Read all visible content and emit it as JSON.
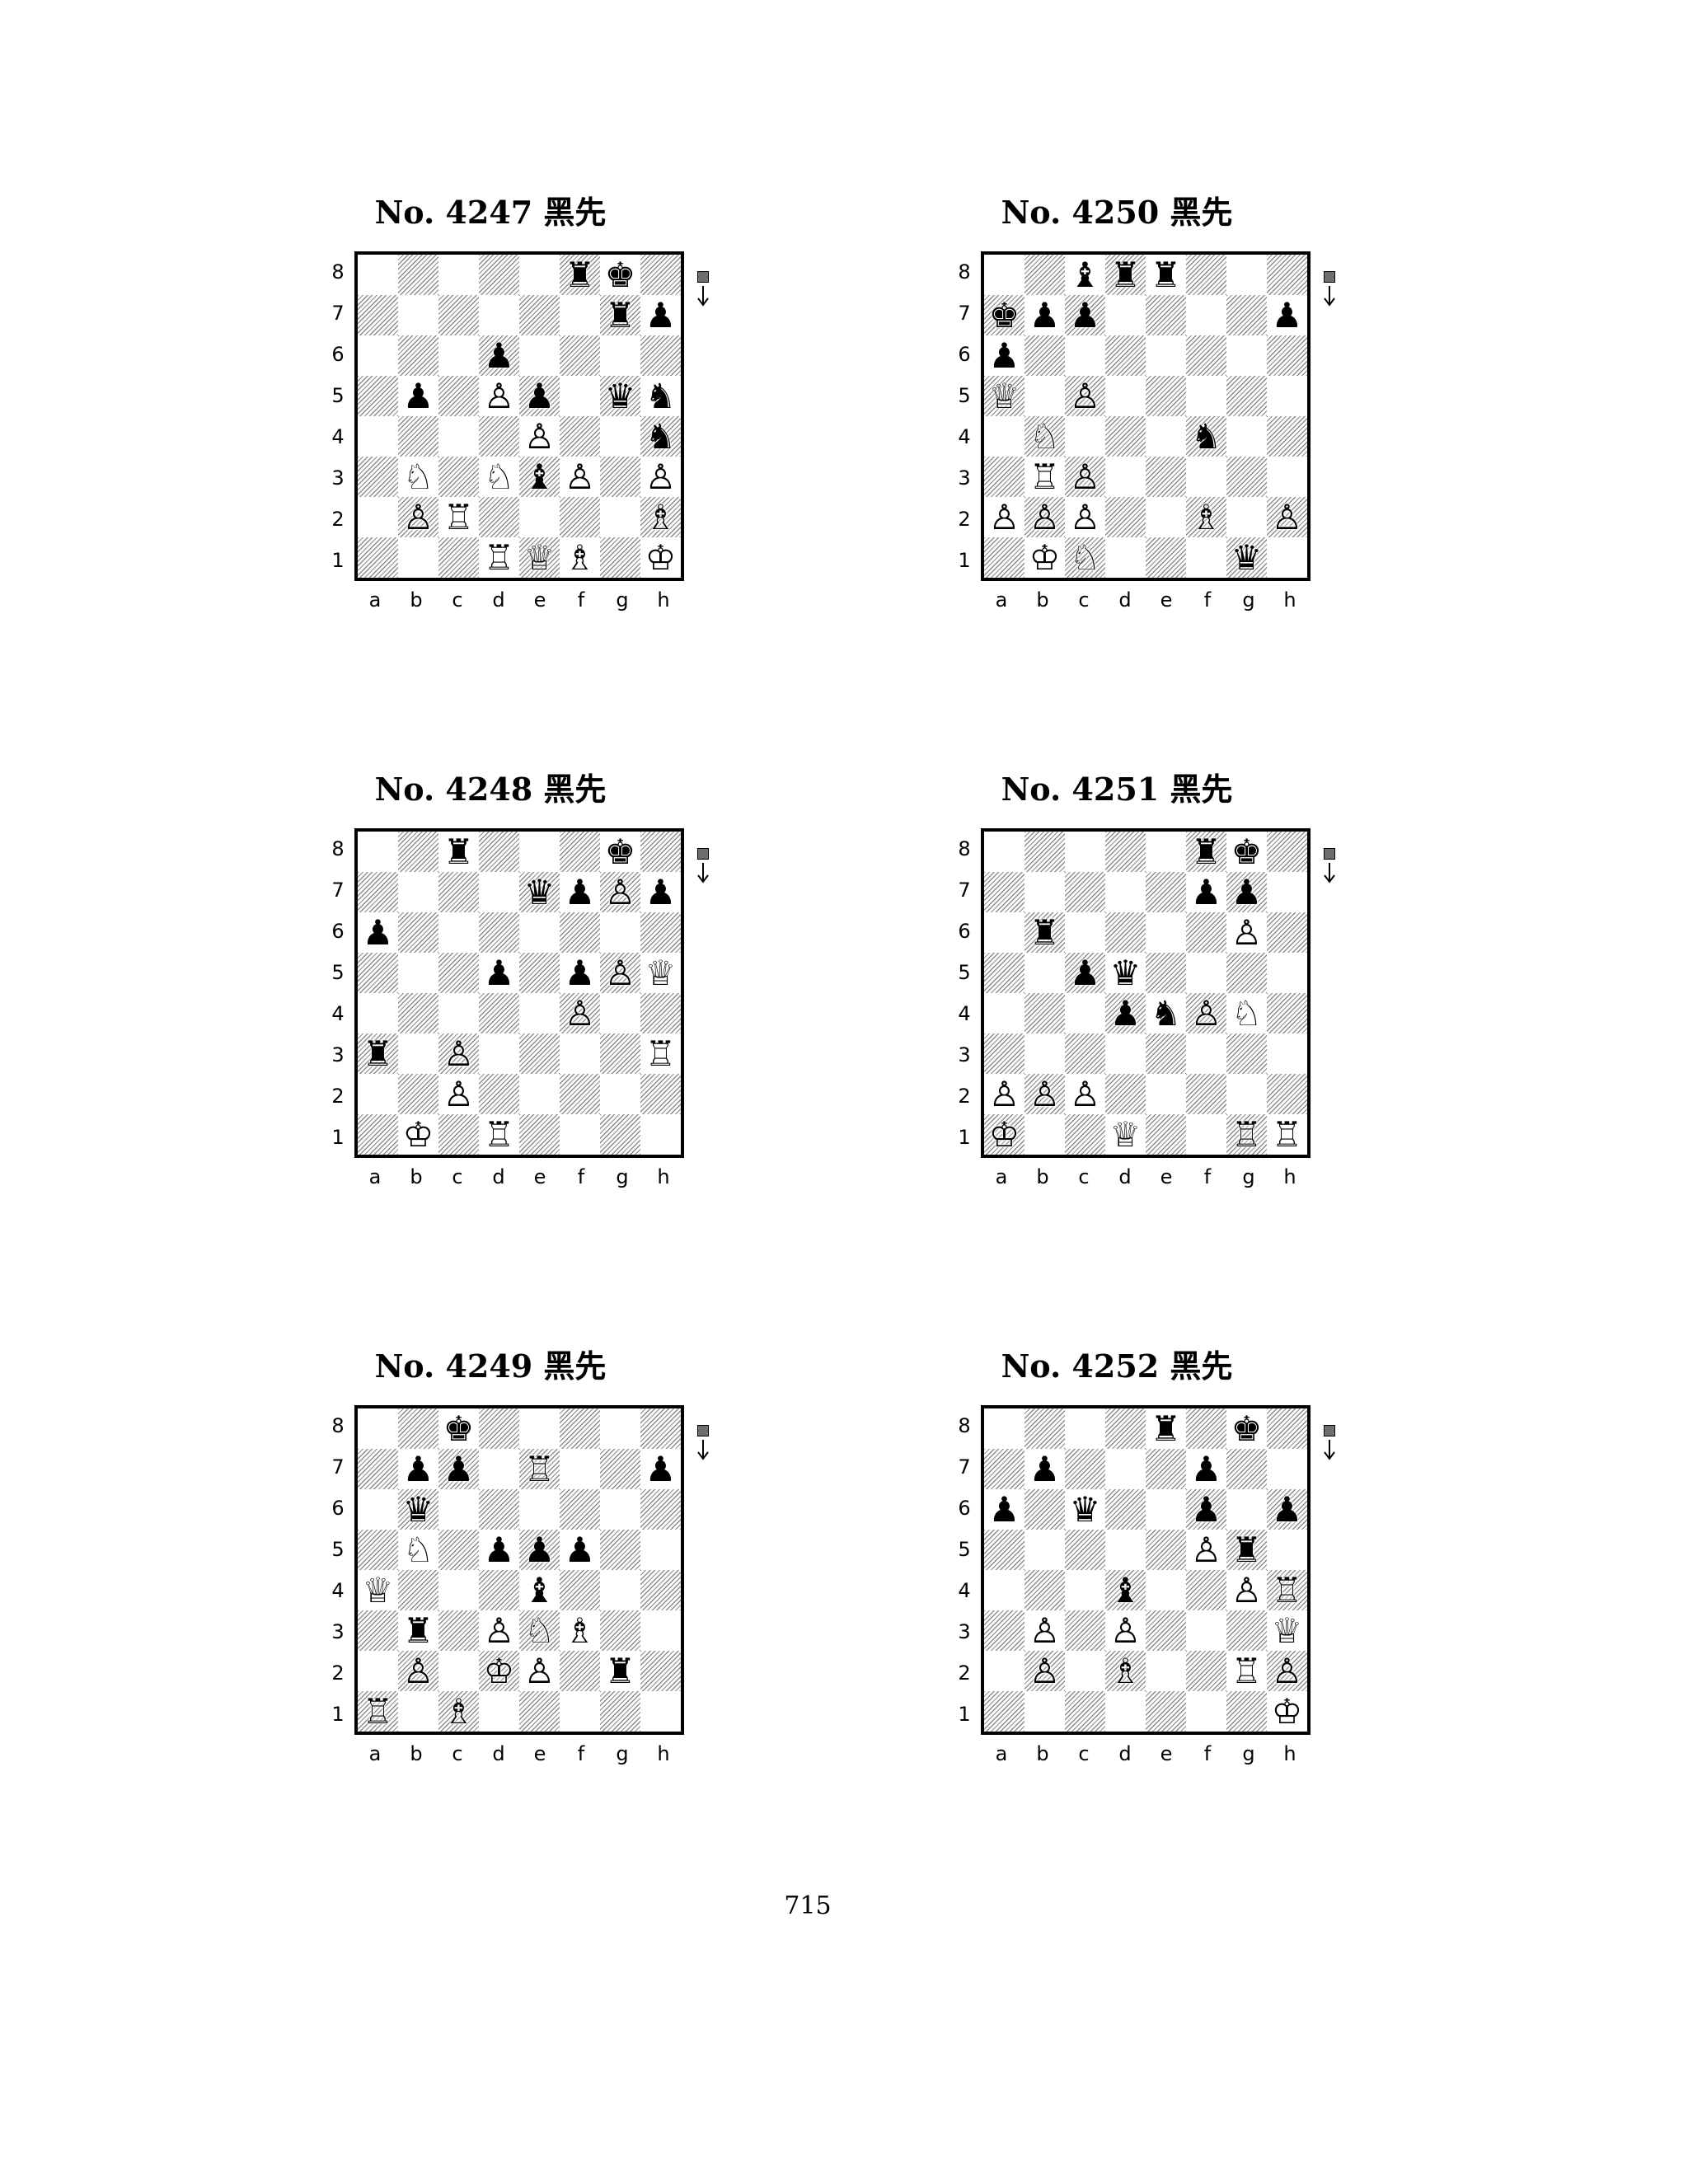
{
  "files": [
    "a",
    "b",
    "c",
    "d",
    "e",
    "f",
    "g",
    "h"
  ],
  "ranks": [
    "8",
    "7",
    "6",
    "5",
    "4",
    "3",
    "2",
    "1"
  ],
  "diagrams": [
    {
      "title": "No. 4247  黑先",
      "to_move": "black",
      "pieces": {
        "f8": "r",
        "g8": "k",
        "g7": "r",
        "h7": "p",
        "d6": "p",
        "b5": "p",
        "d5": "P",
        "e5": "p",
        "g5": "q",
        "h5": "n",
        "e4": "P",
        "h4": "n",
        "b3": "N",
        "d3": "N",
        "e3": "b",
        "f3": "P",
        "h3": "P",
        "b2": "P",
        "c2": "R",
        "h2": "B",
        "d1": "R",
        "e1": "Q",
        "f1": "B",
        "h1": "K"
      }
    },
    {
      "title": "No. 4250  黑先",
      "to_move": "black",
      "pieces": {
        "c8": "b",
        "d8": "r",
        "e8": "r",
        "a7": "k",
        "b7": "p",
        "c7": "p",
        "h7": "p",
        "a6": "p",
        "a5": "Q",
        "c5": "P",
        "b4": "N",
        "f4": "n",
        "b3": "R",
        "c3": "P",
        "a2": "P",
        "b2": "P",
        "c2": "P",
        "f2": "B",
        "h2": "P",
        "b1": "K",
        "c1": "N",
        "g1": "q"
      }
    },
    {
      "title": "No. 4248  黑先",
      "to_move": "black",
      "pieces": {
        "c8": "r",
        "g8": "k",
        "e7": "q",
        "f7": "p",
        "g7": "P",
        "h7": "p",
        "a6": "p",
        "d5": "p",
        "f5": "p",
        "g5": "P",
        "h5": "Q",
        "f4": "P",
        "a3": "r",
        "c3": "P",
        "h3": "R",
        "c2": "P",
        "b1": "K",
        "d1": "R"
      }
    },
    {
      "title": "No. 4251  黑先",
      "to_move": "black",
      "pieces": {
        "f8": "r",
        "g8": "k",
        "f7": "p",
        "g7": "p",
        "b6": "r",
        "g6": "P",
        "c5": "p",
        "d5": "q",
        "d4": "p",
        "e4": "n",
        "f4": "P",
        "g4": "N",
        "a2": "P",
        "b2": "P",
        "c2": "P",
        "a1": "K",
        "d1": "Q",
        "g1": "R",
        "h1": "R"
      }
    },
    {
      "title": "No. 4249  黑先",
      "to_move": "black",
      "pieces": {
        "c8": "k",
        "b7": "p",
        "c7": "p",
        "e7": "R",
        "h7": "p",
        "b6": "q",
        "b5": "N",
        "d5": "p",
        "e5": "p",
        "f5": "p",
        "a4": "Q",
        "e4": "b",
        "b3": "r",
        "d3": "P",
        "e3": "N",
        "f3": "B",
        "b2": "P",
        "d2": "K",
        "e2": "P",
        "g2": "r",
        "a1": "R",
        "c1": "B"
      }
    },
    {
      "title": "No. 4252  黑先",
      "to_move": "black",
      "pieces": {
        "e8": "r",
        "g8": "k",
        "b7": "p",
        "f7": "p",
        "a6": "p",
        "c6": "q",
        "f6": "p",
        "h6": "p",
        "f5": "P",
        "g5": "r",
        "d4": "b",
        "g4": "P",
        "h4": "R",
        "b3": "P",
        "d3": "P",
        "h3": "Q",
        "b2": "P",
        "d2": "B",
        "g2": "R",
        "h2": "P",
        "h1": "K"
      }
    }
  ],
  "page_number": "715"
}
